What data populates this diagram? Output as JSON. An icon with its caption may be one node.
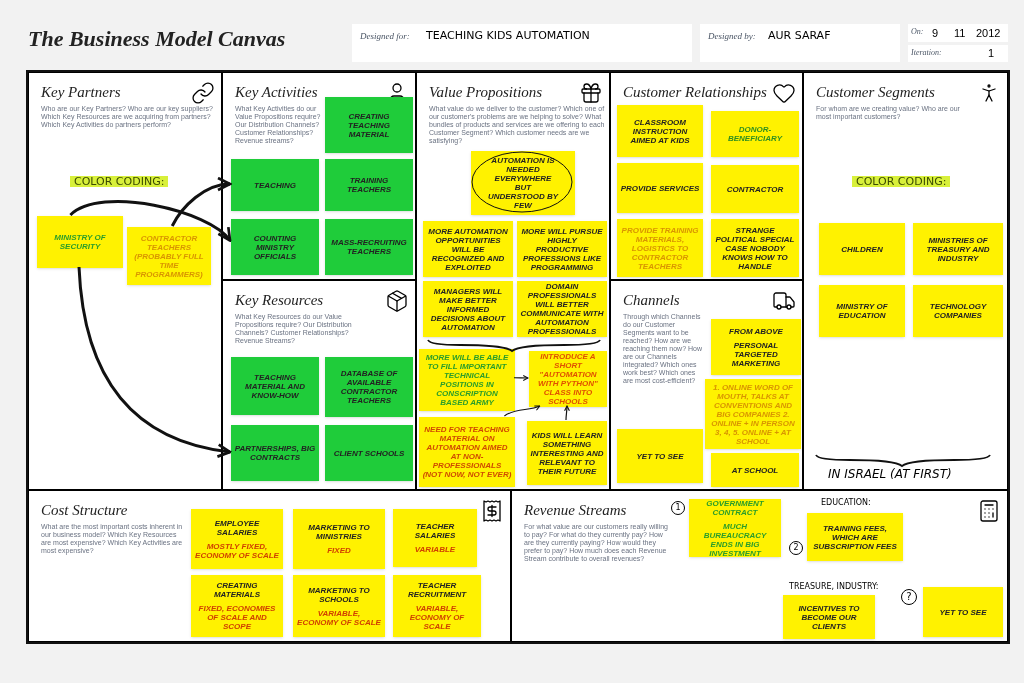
{
  "diagram": {
    "title": "The Business Model Canvas",
    "nodes": [
      {
        "text": [
          "Key Partners",
          "Who are our Key Partners? Who are our key suppliers? Which Key Resources are we acquiring from partners? Which Key Activities do partners perform?"
        ]
      },
      {
        "text": [
          "Key Activities",
          "What Key Activities do our Value Propositions require? Our Distribution Channels? Customer Relationships? Revenue streams?"
        ]
      },
      {
        "text": [
          "Key Resources",
          "What Key Resources do our Value Propositions require? Our Distribution Channels? Customer Relationships? Revenue Streams?"
        ]
      },
      {
        "text": [
          "Value Propositions",
          "What value do we deliver to the customer? Which one of our customer's problems are we helping to solve? What bundles of products and services are we offering to each Customer Segment? Which customer needs are we satisfying?"
        ]
      },
      {
        "text": [
          "Customer Relationships"
        ]
      },
      {
        "text": [
          "Channels",
          "Through which Channels do our Customer Segments want to be reached? How are we reaching them now? How are our Channels integrated? Which ones work best? Which ones are most cost-efficient?"
        ]
      },
      {
        "text": [
          "Customer Segments",
          "For whom are we creating value? Who are our most important customers?"
        ]
      },
      {
        "text": [
          "Cost Structure",
          "What are the most important costs inherent in our business model? Which Key Resources are most expensive? Which Key Activities are most expensive?"
        ]
      },
      {
        "text": [
          "Revenue Streams",
          "For what value are our customers really willing to pay? For what do they currently pay? How are they currently paying? How would they prefer to pay? How much does each Revenue Stream contribute to overall revenues?"
        ]
      },
      {
        "text": [
          "MINISTRY OF SECURITY"
        ],
        "in": 0
      },
      {
        "text": [
          "CONTRACTOR TEACHERS (PROBABLY FULL TIME PROGRAMMERS)"
        ],
        "in": 0
      },
      {
        "text": [
          "CREATING TEACHING MATERIAL"
        ],
        "in": 1
      },
      {
        "text": [
          "TEACHING"
        ],
        "in": 1
      },
      {
        "text": [
          "TRAINING TEACHERS"
        ],
        "in": 1
      },
      {
        "text": [
          "COUNTING MINISTRY OFFICIALS"
        ],
        "in": 1
      },
      {
        "text": [
          "MASS-RECRUITING TEACHERS"
        ],
        "in": 1
      },
      {
        "text": [
          "TEACHING MATERIAL AND KNOW-HOW"
        ],
        "in": 2
      },
      {
        "text": [
          "DATABASE OF AVAILABLE CONTRACTOR TEACHERS"
        ],
        "in": 2
      },
      {
        "text": [
          "PARTNERSHIPS, BIG CONTRACTS"
        ],
        "in": 2
      },
      {
        "text": [
          "CLIENT SCHOOLS"
        ],
        "in": 2
      },
      {
        "text": [
          "AUTOMATION IS NEEDED EVERYWHERE BUT UNDERSTOOD BY FEW"
        ],
        "in": 3
      },
      {
        "text": [
          "MORE AUTOMATION OPPORTUNITIES WILL BE RECOGNIZED AND EXPLOITED"
        ],
        "in": 3
      },
      {
        "text": [
          "MORE WILL PURSUE HIGHLY PRODUCTIVE PROFESSIONS LIKE PROGRAMMING"
        ],
        "in": 3
      },
      {
        "text": [
          "MANAGERS WILL MAKE BETTER INFORMED DECISIONS ABOUT AUTOMATION"
        ],
        "in": 3
      },
      {
        "text": [
          "DOMAIN PROFESSIONALS WILL BETTER COMMUNICATE WITH AUTOMATION PROFESSIONALS"
        ],
        "in": 3
      },
      {
        "text": [
          "MORE WILL BE ABLE TO FILL IMPORTANT TECHNICAL POSITIONS IN CONSCRIPTION BASED ARMY"
        ],
        "in": 3
      },
      {
        "text": [
          "INTRODUCE A SHORT \"AUTOMATION WITH PYTHON\" CLASS INTO SCHOOLS"
        ],
        "in": 3
      },
      {
        "text": [
          "NEED FOR TEACHING MATERIAL ON AUTOMATION AIMED AT NON-PROFESSIONALS (NOT NOW, NOT EVER)"
        ],
        "in": 3
      },
      {
        "text": [
          "KIDS WILL LEARN SOMETHING INTERESTING AND RELEVANT TO THEIR FUTURE"
        ],
        "in": 3
      },
      {
        "text": [
          "CLASSROOM INSTRUCTION AIMED AT KIDS"
        ],
        "in": 4
      },
      {
        "text": [
          "DONOR-BENEFICIARY"
        ],
        "in": 4
      },
      {
        "text": [
          "PROVIDE SERVICES"
        ],
        "in": 4
      },
      {
        "text": [
          "CONTRACTOR"
        ],
        "in": 4
      },
      {
        "text": [
          "PROVIDE TRAINING MATERIALS, LOGISTICS TO CONTRACTOR TEACHERS"
        ],
        "in": 4
      },
      {
        "text": [
          "STRANGE POLITICAL SPECIAL CASE NOBODY KNOWS HOW TO HANDLE"
        ],
        "in": 4
      },
      {
        "text": [
          "FROM ABOVE",
          "PERSONAL TARGETED MARKETING"
        ],
        "in": 5
      },
      {
        "text": [
          "1. ONLINE WORD OF MOUTH, TALKS AT CONVENTIONS AND BIG COMPANIES 2. ONLINE + IN PERSON 3, 4, 5. ONLINE + AT SCHOOL"
        ],
        "in": 5
      },
      {
        "text": [
          "YET TO SEE"
        ],
        "in": 5
      },
      {
        "text": [
          "AT SCHOOL"
        ],
        "in": 5
      },
      {
        "text": [
          "CHILDREN"
        ],
        "in": 6
      },
      {
        "text": [
          "MINISTRIES OF TREASURY AND INDUSTRY"
        ],
        "in": 6
      },
      {
        "text": [
          "MINISTRY OF EDUCATION"
        ],
        "in": 6
      },
      {
        "text": [
          "TECHNOLOGY COMPANIES"
        ],
        "in": 6
      },
      {
        "text": [
          "EMPLOYEE SALARIES",
          "MOSTLY FIXED, ECONOMY OF SCALE"
        ],
        "in": 7
      },
      {
        "text": [
          "MARKETING TO MINISTRIES",
          "FIXED"
        ],
        "in": 7
      },
      {
        "text": [
          "TEACHER SALARIES",
          "VARIABLE"
        ],
        "in": 7
      },
      {
        "text": [
          "CREATING MATERIALS",
          "FIXED, ECONOMIES OF SCALE AND SCOPE"
        ],
        "in": 7
      },
      {
        "text": [
          "MARKETING TO SCHOOLS",
          "VARIABLE, ECONOMY OF SCALE"
        ],
        "in": 7
      },
      {
        "text": [
          "TEACHER RECRUITMENT",
          "VARIABLE, ECONOMY OF SCALE"
        ],
        "in": 7
      },
      {
        "text": [
          "GOVERNMENT CONTRACT",
          "MUCH BUREAUCRACY ENDS IN BIG INVESTMENT"
        ],
        "in": 8,
        "beside": [
          "1"
        ]
      },
      {
        "text": [
          "TRAINING FEES, WHICH ARE SUBSCRIPTION FEES"
        ],
        "in": 8,
        "beside": [
          "EDUCATION:",
          "2"
        ]
      },
      {
        "text": [
          "INCENTIVES TO BECOME OUR CLIENTS"
        ],
        "in": 8,
        "beside": [
          "TREASURE, INDUSTRY:"
        ]
      },
      {
        "text": [
          "YET TO SEE"
        ],
        "in": 8,
        "beside": [
          "?"
        ]
      }
    ],
    "edges": [
      {
        "from": 9,
        "to": 14,
        "arrow": "to",
        "style": "thick"
      },
      {
        "from": 10,
        "to": 12,
        "arrow": "to",
        "style": "thick"
      },
      {
        "from": 9,
        "to": 18,
        "arrow": "to",
        "style": "thick"
      },
      {
        "from": 25,
        "to": 26,
        "arrow": "to"
      },
      {
        "from": 27,
        "to": 26,
        "arrow": "to"
      },
      {
        "from": 28,
        "to": 26,
        "arrow": "to"
      }
    ],
    "labels": [
      "Designed for:",
      "TEACHING KIDS AUTOMATION",
      "Designed by:",
      "AUR SARAF",
      "On:",
      "9",
      "11",
      "2012",
      "Iteration:",
      "1",
      "COLOR CODING:",
      "COLOR CODING:",
      "IN ISRAEL (AT FIRST)"
    ]
  }
}
